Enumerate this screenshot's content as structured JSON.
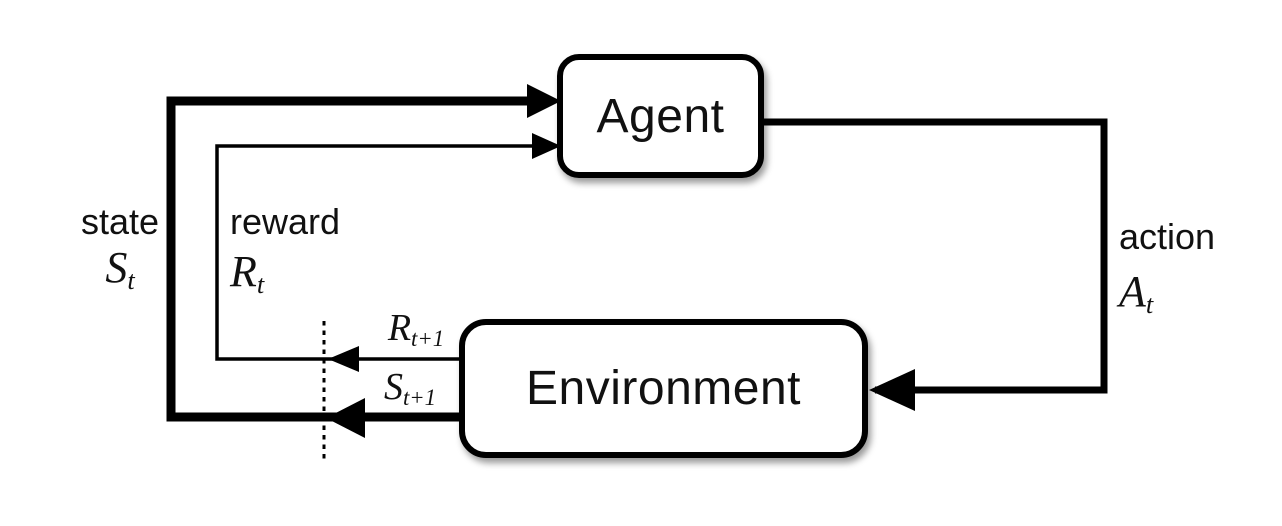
{
  "diagram": {
    "boxes": {
      "agent": "Agent",
      "environment": "Environment"
    },
    "labels": {
      "state": {
        "word": "state",
        "symbol": "S",
        "subscript": "t"
      },
      "reward": {
        "word": "reward",
        "symbol": "R",
        "subscript": "t"
      },
      "action": {
        "word": "action",
        "symbol": "A",
        "subscript": "t"
      },
      "next_reward": {
        "symbol": "R",
        "subscript": "t+1"
      },
      "next_state": {
        "symbol": "S",
        "subscript": "t+1"
      }
    },
    "arrows": [
      {
        "name": "state-arrow",
        "from": "environment",
        "to": "agent"
      },
      {
        "name": "reward-arrow",
        "from": "environment",
        "to": "agent"
      },
      {
        "name": "action-arrow",
        "from": "agent",
        "to": "environment"
      }
    ],
    "colors": {
      "line": "#000000",
      "text": "#111111",
      "background": "#ffffff"
    }
  }
}
